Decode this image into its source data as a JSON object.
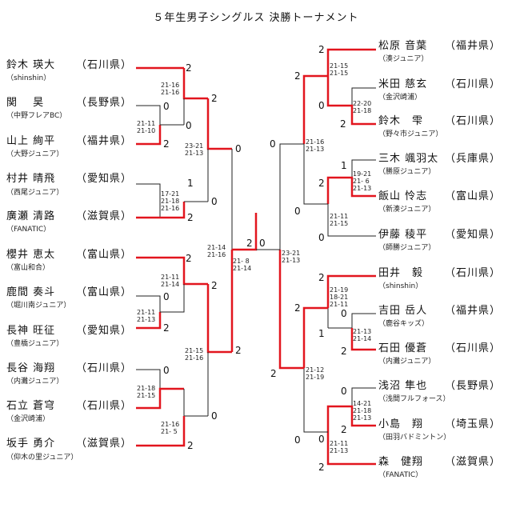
{
  "title": "５年生男子シングルス 決勝トーナメント",
  "left_players": [
    {
      "name": "鈴木 瑛大",
      "pref": "（石川県）",
      "club": "（shinshin）"
    },
    {
      "name": "関　 昊",
      "pref": "（長野県）",
      "club": "（中野フレアBC）"
    },
    {
      "name": "山上 絢平",
      "pref": "（福井県）",
      "club": "（大野ジュニア）"
    },
    {
      "name": "村井 晴飛",
      "pref": "（愛知県）",
      "club": "（西尾ジュニア）"
    },
    {
      "name": "廣瀬 清路",
      "pref": "（滋賀県）",
      "club": "（FANATIC）"
    },
    {
      "name": "櫻井 恵太",
      "pref": "（富山県）",
      "club": "（富山和合）"
    },
    {
      "name": "鹿間 奏斗",
      "pref": "（富山県）",
      "club": "（堀川南ジュニア）"
    },
    {
      "name": "長神 旺征",
      "pref": "（愛知県）",
      "club": "（豊橋ジュニア）"
    },
    {
      "name": "長谷 海翔",
      "pref": "（石川県）",
      "club": "（内灘ジュニア）"
    },
    {
      "name": "石立 蒼穹",
      "pref": "（石川県）",
      "club": "（金沢崎浦）"
    },
    {
      "name": "坂手 勇介",
      "pref": "（滋賀県）",
      "club": "（仰木の里ジュニア）"
    }
  ],
  "right_players": [
    {
      "name": "松原 音葉",
      "pref": "（福井県）",
      "club": "（湊ジュニア）"
    },
    {
      "name": "米田 慈玄",
      "pref": "（石川県）",
      "club": "（金沢崎浦）"
    },
    {
      "name": "鈴木　雫",
      "pref": "（石川県）",
      "club": "（野々市ジュニア）"
    },
    {
      "name": "三木 颯羽太",
      "pref": "（兵庫県）",
      "club": "（勝原ジュニア）"
    },
    {
      "name": "飯山 怜志",
      "pref": "（富山県）",
      "club": "（新湊ジュニア）"
    },
    {
      "name": "伊藤 稜平",
      "pref": "（愛知県）",
      "club": "（師勝ジュニア）"
    },
    {
      "name": "田井　毅",
      "pref": "（石川県）",
      "club": "（shinshin）"
    },
    {
      "name": "吉田 岳人",
      "pref": "（福井県）",
      "club": "（鹿谷キッズ）"
    },
    {
      "name": "石田 優蒼",
      "pref": "（石川県）",
      "club": "（内灘ジュニア）"
    },
    {
      "name": "浅沼 隼也",
      "pref": "（長野県）",
      "club": "（浅間フルフォース）"
    },
    {
      "name": "小島　翔",
      "pref": "（埼玉県）",
      "club": "（田羽バドミントン）"
    },
    {
      "name": "森　健翔",
      "pref": "（滋賀県）",
      "club": "（FANATIC）"
    }
  ],
  "match_scores": [
    "2",
    "0",
    "2",
    "1",
    "2",
    "0",
    "2",
    "0",
    "2",
    "0",
    "2",
    "0",
    "2",
    "0",
    "2",
    "2",
    "0",
    "2",
    "0",
    "0",
    "2",
    "1",
    "2",
    "0",
    "2",
    "2",
    "0",
    "1",
    "2",
    "2",
    "0",
    "2",
    "0",
    "2",
    "0",
    "2",
    "0",
    "2",
    "0"
  ],
  "game_scores": [
    "21-16\n21-16",
    "21-11\n21-10",
    "23-21\n21-13",
    "17-21\n21-18\n21-16",
    "21-11\n21-14",
    "21-11\n21-13",
    "21-15\n21-16",
    "21-18\n21-15",
    "21-16\n21- 5",
    "21-14\n21-16",
    "21- 8\n21-14",
    "23-21\n21-13",
    "21-15\n21-15",
    "22-20\n21-18",
    "21-16\n21-13",
    "19-21\n21- 6\n21-13",
    "21-11\n21-15",
    "21-19\n18-21\n21-11",
    "21-13\n21-14",
    "21-12\n21-19",
    "14-21\n21-18\n21-13",
    "21-11\n21-13"
  ],
  "colors": {
    "winner_line": "#e2151e",
    "loser_line": "#222222"
  }
}
